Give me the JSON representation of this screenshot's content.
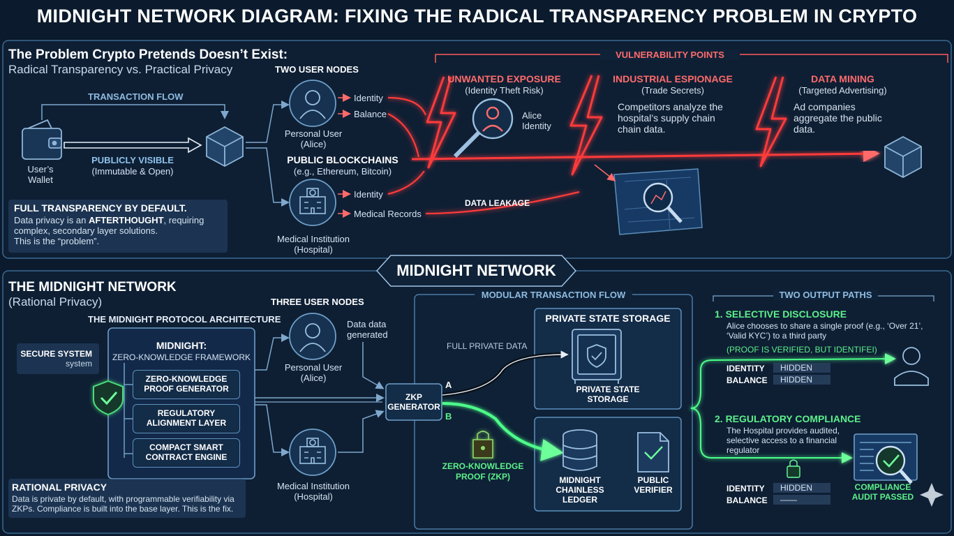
{
  "title": "MIDNIGHT NETWORK DIAGRAM: FIXING THE RADICAL TRANSPARENCY PROBLEM IN CRYPTO",
  "top": {
    "heading": "The Problem Crypto Pretends Doesn’t Exist:",
    "subheading": "Radical Transparency vs. Practical Privacy",
    "transaction_flow": "TRANSACTION FLOW",
    "wallet_label": "User’s\nWallet",
    "publicly_visible": "PUBLICLY VISIBLE",
    "publicly_visible_sub": "(Immutable & Open)",
    "two_user_nodes": "TWO USER NODES",
    "personal_user": "Personal User\n(Alice)",
    "medical_institution": "Medical Institution\n(Hospital)",
    "identity_1": "Identity",
    "balance": "Balance",
    "identity_2": "Identity",
    "medical_records": "Medical Records",
    "public_blockchains": "PUBLIC BLOCKCHAINS",
    "public_blockchains_sub": "(e.g., Ethereum, Bitcoin)",
    "data_leakage": "DATA LEAKAGE",
    "vulnerability_points": "VULNERABILITY POINTS",
    "exposure_title": "UNWANTED EXPOSURE",
    "exposure_sub": "(Identity Theft Risk)",
    "alice_identity": "Alice\nIdentity",
    "espionage_title": "INDUSTRIAL ESPIONAGE",
    "espionage_sub": "(Trade Secrets)",
    "espionage_text": "Competitors analyze the\nhospital’s supply chain\nchain data.",
    "mining_title": "DATA MINING",
    "mining_sub": "(Targeted Advertising)",
    "mining_text": "Ad companies\naggregate the public\ndata.",
    "note_title": "FULL TRANSPARENCY BY DEFAULT.",
    "note_text_1": "Data privacy is an ",
    "note_text_bold": "AFTERTHOUGHT",
    "note_text_2": ", requiring\ncomplex, secondary layer solutions.\nThis is the “problem”."
  },
  "banner": "MIDNIGHT NETWORK",
  "bottom": {
    "heading": "THE MIDNIGHT NETWORK",
    "subheading": "(Rational Privacy)",
    "architecture": "THE MIDNIGHT PROTOCOL ARCHITECTURE",
    "secure_title": "SECURE SYSTEM",
    "secure_sub": "system",
    "midnight_title": "MIDNIGHT:",
    "midnight_sub": "ZERO-KNOWLEDGE FRAMEWORK",
    "module_1": "ZERO-KNOWLEDGE\nPROOF GENERATOR",
    "module_2": "REGULATORY\nALIGNMENT LAYER",
    "module_3": "COMPACT SMART\nCONTRACT ENGINE",
    "three_user_nodes": "THREE USER NODES",
    "data_generated": "Data data\ngenerated",
    "personal_user": "Personal User\n(Alice)",
    "medical_institution": "Medical Institution\n(Hospital)",
    "modular_flow": "MODULAR TRANSACTION FLOW",
    "zkp_generator": "ZKP\nGENERATOR",
    "path_a": "A",
    "path_b": "B",
    "full_private_data": "FULL PRIVATE DATA",
    "private_state_title": "PRIVATE STATE STORAGE",
    "private_state_label": "PRIVATE STATE\nSTORAGE",
    "zkp_label": "ZERO-KNOWLEDGE\nPROOF (ZKP)",
    "ledger_label": "MIDNIGHT\nCHAINLESS\nLEDGER",
    "verifier_label": "PUBLIC\nVERIFIER",
    "two_output_paths": "TWO OUTPUT PATHS",
    "selective_title": "1. SELECTIVE DISCLOSURE",
    "selective_text": "Alice chooses to share a single proof (e.g., ‘Over 21’,\n‘Valid KYC’) to a third party",
    "proof_verified": "(PROOF IS VERIFIED, BUT IDENTIFEI)",
    "identity_label_1": "IDENTITY",
    "hidden_1": "HIDDEN",
    "balance_label_1": "BALANCE",
    "hidden_2": "HIDDEN",
    "regulatory_title": "2. REGULATORY COMPLIANCE",
    "regulatory_text": "The Hospital provides audited,\nselective access to a financial\nregulator",
    "identity_label_2": "IDENTITY",
    "hidden_3": "HIDDEN",
    "balance_label_2": "BALANCE",
    "hidden_4": "——",
    "audit_passed": "COMPLIANCE\nAUDIT PASSED",
    "rational_title": "RATIONAL PRIVACY",
    "rational_text": "Data is private by default, with programmable verifiability via\nZKPs. Compliance is built into the base layer. This is the fix."
  },
  "colors": {
    "background": "#0b1a2c",
    "accent_blue": "#5d90bd",
    "danger_red": "#ff3b3b",
    "privacy_green": "#3ee07a"
  }
}
